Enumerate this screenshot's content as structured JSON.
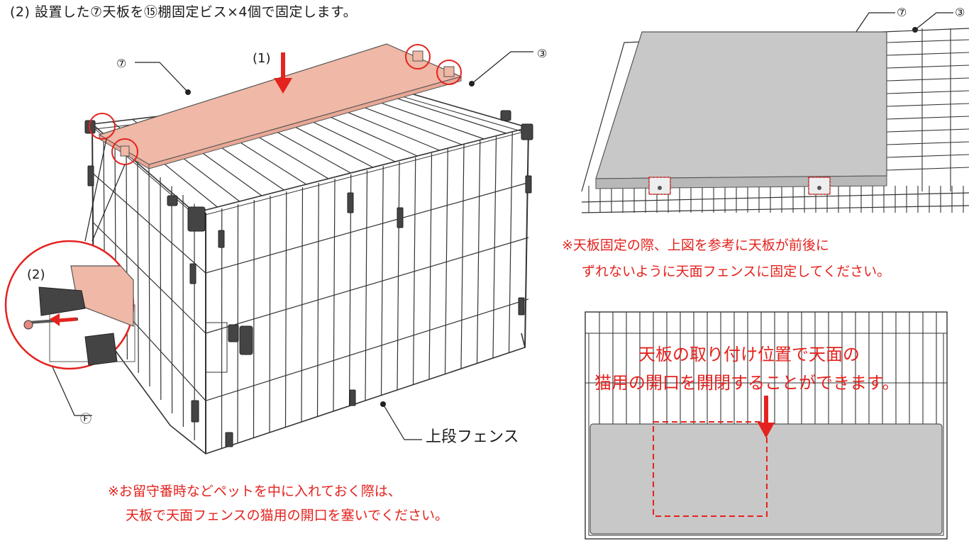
{
  "heading": "(2) 設置した⑦天板を⑮棚固定ビス×4個で固定します。",
  "labels": {
    "step1": "(1)",
    "step2": "(2)",
    "part7": "⑦",
    "part3": "③",
    "partF": "Ⓕ",
    "upper_fence": "上段フェンス"
  },
  "right_notes": {
    "line1": "※天板固定の際、上図を参考に天板が前後に",
    "line2": "ずれないように天面フェンスに固定してください。"
  },
  "left_notes": {
    "line1": "※お留守番時などペットを中に入れておく際は、",
    "line2": "天板で天面フェンスの猫用の開口を塞いでください。"
  },
  "opening_note": {
    "line1": "天板の取り付け位置で天面の",
    "line2": "猫用の開口を開閉することができます。"
  },
  "colors": {
    "accent_red": "#e4231f",
    "board_pink": "#f0b8a6",
    "board_gray": "#c8c8c8",
    "wire": "#333333",
    "clip": "#444444"
  }
}
